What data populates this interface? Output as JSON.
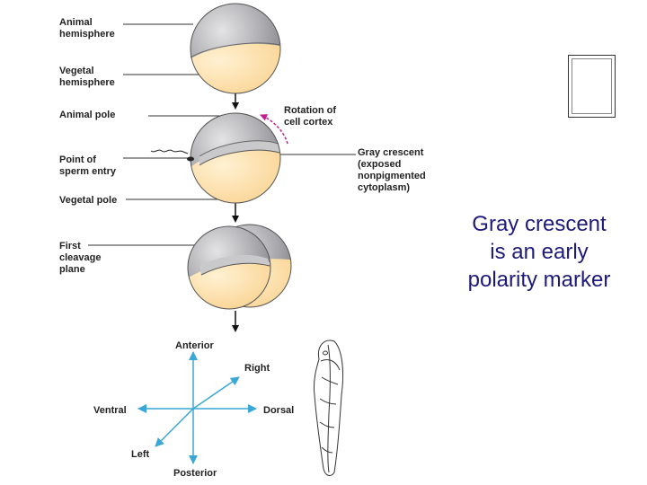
{
  "labels": {
    "animal_hemisphere": "Animal\nhemisphere",
    "vegetal_hemisphere": "Vegetal\nhemisphere",
    "animal_pole": "Animal pole",
    "rotation": "Rotation of\ncell cortex",
    "sperm_entry": "Point of\nsperm entry",
    "gray_crescent": "Gray crescent\n(exposed\nnonpigmented\ncytoplasm)",
    "vegetal_pole": "Vegetal pole",
    "cleavage": "First\ncleavage\nplane"
  },
  "axes": {
    "anterior": "Anterior",
    "posterior": "Posterior",
    "right": "Right",
    "left": "Left",
    "ventral": "Ventral",
    "dorsal": "Dorsal"
  },
  "caption": "Gray crescent\nis an early\npolarity marker",
  "colors": {
    "animal_gray": "#9c9ca0",
    "vegetal_yolk": "#fbd89c",
    "axis_arrow": "#3aa7d6",
    "rotation_arrow": "#c21d8e",
    "caption_text": "#1e1a7a",
    "back_icon": "#5a5f8e"
  },
  "back_button": {
    "icon": "return-arrow-icon"
  }
}
